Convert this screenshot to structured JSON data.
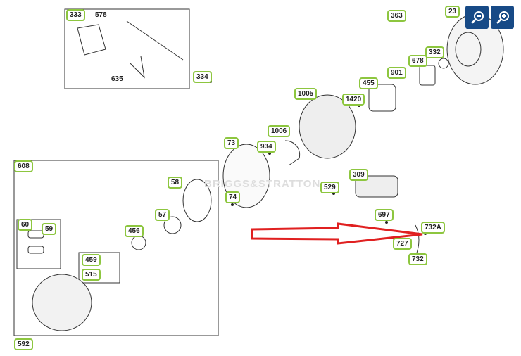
{
  "watermark": "BRIGGS&STRATTON",
  "controls": {
    "zoom_out": "zoom-out",
    "zoom_in": "zoom-in"
  },
  "callouts": [
    {
      "id": "333",
      "boxed": true
    },
    {
      "id": "578",
      "boxed": false
    },
    {
      "id": "635",
      "boxed": false
    },
    {
      "id": "334",
      "boxed": true
    },
    {
      "id": "363",
      "boxed": true
    },
    {
      "id": "23",
      "boxed": true
    },
    {
      "id": "332",
      "boxed": true
    },
    {
      "id": "678",
      "boxed": true
    },
    {
      "id": "901",
      "boxed": true
    },
    {
      "id": "455",
      "boxed": true
    },
    {
      "id": "1005",
      "boxed": true
    },
    {
      "id": "1420",
      "boxed": true
    },
    {
      "id": "1006",
      "boxed": true
    },
    {
      "id": "934",
      "boxed": true
    },
    {
      "id": "73",
      "boxed": true
    },
    {
      "id": "309",
      "boxed": true
    },
    {
      "id": "58",
      "boxed": true
    },
    {
      "id": "529",
      "boxed": true
    },
    {
      "id": "74",
      "boxed": true
    },
    {
      "id": "57",
      "boxed": true
    },
    {
      "id": "697",
      "boxed": true
    },
    {
      "id": "732A",
      "boxed": true
    },
    {
      "id": "727",
      "boxed": true
    },
    {
      "id": "732",
      "boxed": true
    },
    {
      "id": "456",
      "boxed": true
    },
    {
      "id": "60",
      "boxed": true
    },
    {
      "id": "59",
      "boxed": true
    },
    {
      "id": "459",
      "boxed": true
    },
    {
      "id": "515",
      "boxed": true
    },
    {
      "id": "608",
      "boxed": true
    },
    {
      "id": "592",
      "boxed": true
    }
  ],
  "colors": {
    "label_border": "#8dc63f",
    "button": "#174a86",
    "arrow": "#e02020"
  }
}
